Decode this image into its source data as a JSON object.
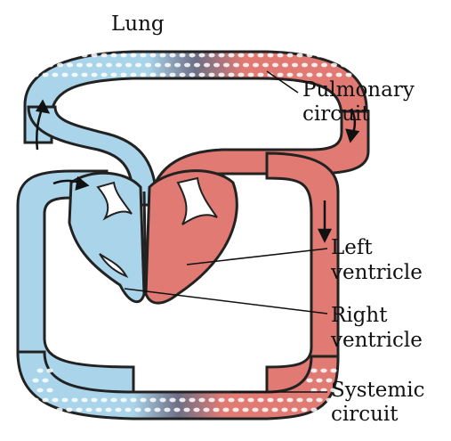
{
  "colors": {
    "deoxygenated": "#a9d4ea",
    "oxygenated": "#e07a73",
    "outline": "#222222",
    "background": "#ffffff"
  },
  "labels": {
    "lung": "Lung",
    "pulmonary_line1": "Pulmonary",
    "pulmonary_line2": "circuit",
    "left_line1": "Left",
    "left_line2": "ventricle",
    "right_line1": "Right",
    "right_line2": "ventricle",
    "systemic_line1": "Systemic",
    "systemic_line2": "circuit"
  },
  "icons": [
    "flow-arrow-icon"
  ]
}
